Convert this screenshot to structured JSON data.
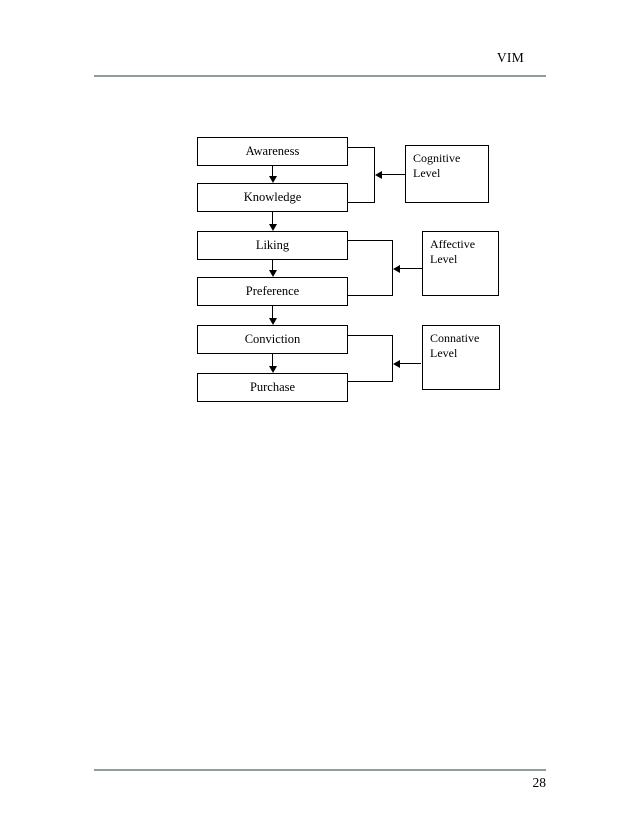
{
  "header": {
    "title": "VIM"
  },
  "footer": {
    "page_number": "28"
  },
  "diagram": {
    "flow_boxes": [
      {
        "label": "Awareness"
      },
      {
        "label": "Knowledge"
      },
      {
        "label": "Liking"
      },
      {
        "label": "Preference"
      },
      {
        "label": "Conviction"
      },
      {
        "label": "Purchase"
      }
    ],
    "level_boxes": [
      {
        "label": "Cognitive Level"
      },
      {
        "label": "Affective Level"
      },
      {
        "label": "Connative Level"
      }
    ]
  },
  "colors": {
    "rule": "#8ba09e",
    "border": "#000000",
    "text": "#000000",
    "background": "#ffffff"
  }
}
